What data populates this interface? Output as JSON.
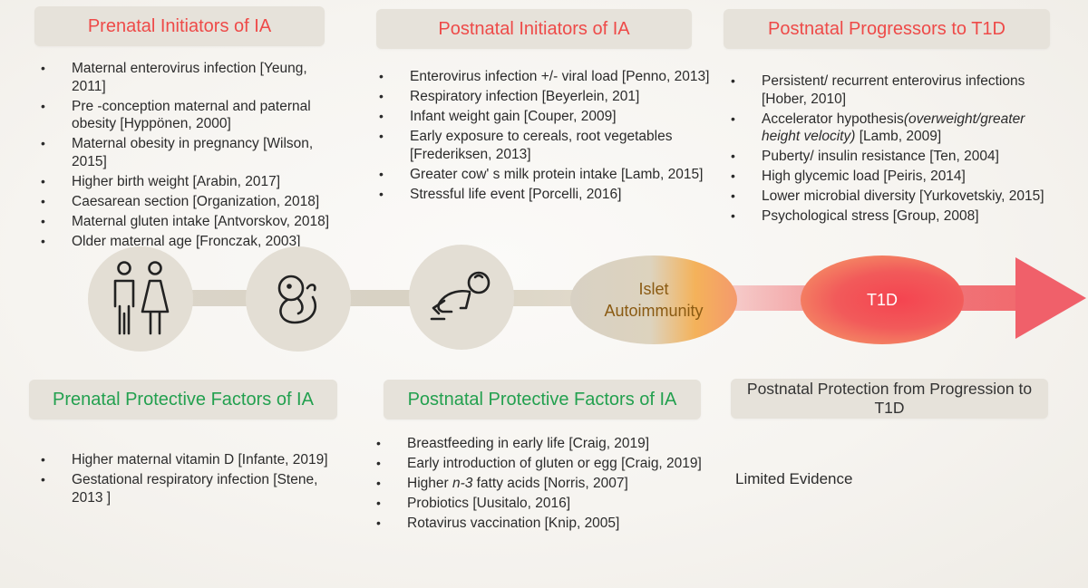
{
  "headers": {
    "prenatal_initiators": "Prenatal Initiators of IA",
    "postnatal_initiators": "Postnatal Initiators of IA",
    "postnatal_progressors": "Postnatal Progressors to T1D",
    "prenatal_protective": "Prenatal Protective Factors of IA",
    "postnatal_protective": "Postnatal Protective Factors of IA",
    "postnatal_protection_progression": "Postnatal Protection from Progression to T1D"
  },
  "lists": {
    "prenatal_initiators": [
      "Maternal enterovirus infection [Yeung, 2011]",
      "Pre -conception maternal and paternal obesity [Hyppönen, 2000]",
      "Maternal obesity in pregnancy [Wilson, 2015]",
      "Higher birth weight [Arabin, 2017]",
      "Caesarean section [Organization, 2018]",
      "Maternal gluten intake [Antvorskov, 2018]",
      "Older maternal age [Fronczak, 2003]"
    ],
    "postnatal_initiators": [
      "Enterovirus infection +/- viral load [Penno, 2013]",
      "Respiratory infection [Beyerlein, 201]",
      "Infant weight gain [Couper, 2009]",
      "Early exposure to cereals, root vegetables [Frederiksen, 2013]",
      "Greater cow' s milk protein intake [Lamb, 2015]",
      "Stressful life event [Porcelli, 2016]"
    ],
    "postnatal_progressors": [
      "Persistent/ recurrent enterovirus infections [Hober, 2010]",
      "Accelerator hypothesis",
      "Puberty/ insulin resistance [Ten, 2004]",
      "High glycemic load [Peiris, 2014]",
      "Lower microbial diversity [Yurkovetskiy, 2015]",
      "Psychological stress [Group, 2008]"
    ],
    "accelerator_italic": "(overweight/greater height velocity)",
    "accelerator_ref": " [Lamb, 2009]",
    "prenatal_protective": [
      "Higher maternal vitamin D [Infante, 2019]",
      "Gestational respiratory infection [Stene, 2013 ]"
    ],
    "postnatal_protective": [
      "Breastfeeding in early life [Craig, 2019]",
      "Early introduction of gluten or egg [Craig, 2019]",
      "Higher ",
      "Probiotics [Uusitalo, 2016]",
      "Rotavirus vaccination [Knip, 2005]"
    ],
    "n3_italic": "n-3",
    "n3_rest": " fatty acids [Norris, 2007]"
  },
  "limited_evidence": "Limited Evidence",
  "timeline": {
    "islet_line1": "Islet",
    "islet_line2": "Autoimmunity",
    "t1d": "T1D"
  },
  "icons": [
    "parents-icon",
    "fetus-icon",
    "crawling-baby-icon"
  ]
}
